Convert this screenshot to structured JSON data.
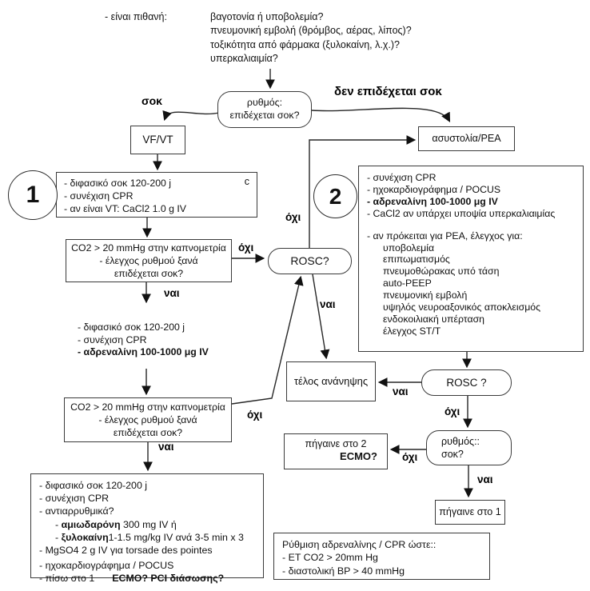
{
  "notes": {
    "prefix": "- είναι πιθανή:",
    "lines": [
      "βαγοτονία ή υποβολεμία?",
      "πνευμονική εμβολή (θρόμβος, αέρας, λίπος)?",
      "τοξικότητα από φάρμακα (ξυλοκαίνη, λ.χ.)?",
      "υπερκαλιαιμία?"
    ]
  },
  "edge_labels": {
    "shock": "σοκ",
    "not_shockable": "δεν επιδέχεται σοκ",
    "yes": "ναι",
    "no": "όχι"
  },
  "nodes": {
    "rhythm_check": {
      "l1": "ρυθμός:",
      "l2": "επιδέχεται σοκ?"
    },
    "vfvt": {
      "label": "VF/VT"
    },
    "asystole": {
      "label": "ασυστολία/PEA"
    },
    "step1": {
      "number": "1",
      "corner_note": "c",
      "lines": [
        "- διφασικό σοκ 120-200 j",
        "- συνέχιση CPR",
        "- αν είναι VT: CaCl2 1.0 g IV"
      ]
    },
    "capno1": {
      "lines": [
        "CO2 > 20 mmHg στην καπνομετρία",
        "- έλεγχος ρυθμού ξανά",
        "επιδέχεται σοκ?"
      ]
    },
    "capno2": {
      "lines": [
        "CO2 > 20 mmHg στην καπνομετρία",
        "- έλεγχος ρυθμού ξανά",
        "επιδέχεται σοκ?"
      ]
    },
    "rosc_mid": {
      "label": "ROSC?"
    },
    "shock_again": {
      "l1": "- διφασικό σοκ 120-200 j",
      "l2": "- συνέχιση CPR",
      "l3": "- αδρεναλίνη 100-1000 μg IV"
    },
    "step2": {
      "number": "2",
      "lines": [
        "- συνέχιση CPR",
        "- ηχοκαρδιογράφημα / POCUS",
        "- αδρεναλίνη 100-1000 μg IV",
        "- CaCl2 αν υπάρχει υποψία υπερκαλιαιμίας",
        "- αν πρόκειται για PEA, έλεγχος για:",
        "υποβολεμία",
        "επιπωματισμός",
        "πνευμοθώρακας υπό τάση",
        "auto-PEEP",
        "πνευμονική εμβολή",
        "υψηλός νευροαξονικός αποκλεισμός",
        "ενδοκοιλιακή υπέρταση",
        "έλεγχος ST/T"
      ]
    },
    "end_resusc": {
      "label": "τέλος ανάνηψης"
    },
    "rosc_right": {
      "label": "ROSC ?"
    },
    "rhythm_shock": {
      "l1": "ρυθμός::",
      "l2": "σοκ?"
    },
    "goto2": {
      "l1": "πήγαινε στο 2",
      "l2": "ECMO?"
    },
    "goto1": {
      "label": "πήγαινε στο 1"
    },
    "final_left": {
      "l1": "- διφασικό σοκ 120-200 j",
      "l2": "- συνέχιση CPR",
      "l3": "- αντιαρρυθμικά?",
      "l4_bullet": "- ",
      "l4_drug": "αμιωδαρόνη",
      "l4_rest": " 300 mg IV ή",
      "l5_bullet": "- ",
      "l5_drug": "ξυλοκαίνη",
      "l5_rest": "1-1.5 mg/kg IV ανά 3-5 min x 3",
      "l6": "- MgSO4 2 g IV για torsade des pointes",
      "l7": "- ηχοκαρδιογράφημα / POCUS",
      "l8_text": "- πίσω στο 1",
      "l8_bold": "ECMO? PCI διάσωσης?"
    },
    "adjust": {
      "lines": [
        "Ρύθμιση αδρεναλίνης / CPR ώστε::",
        "- ET CO2 > 20mm Hg",
        "- διαστολική BP > 40 mmHg"
      ]
    }
  }
}
